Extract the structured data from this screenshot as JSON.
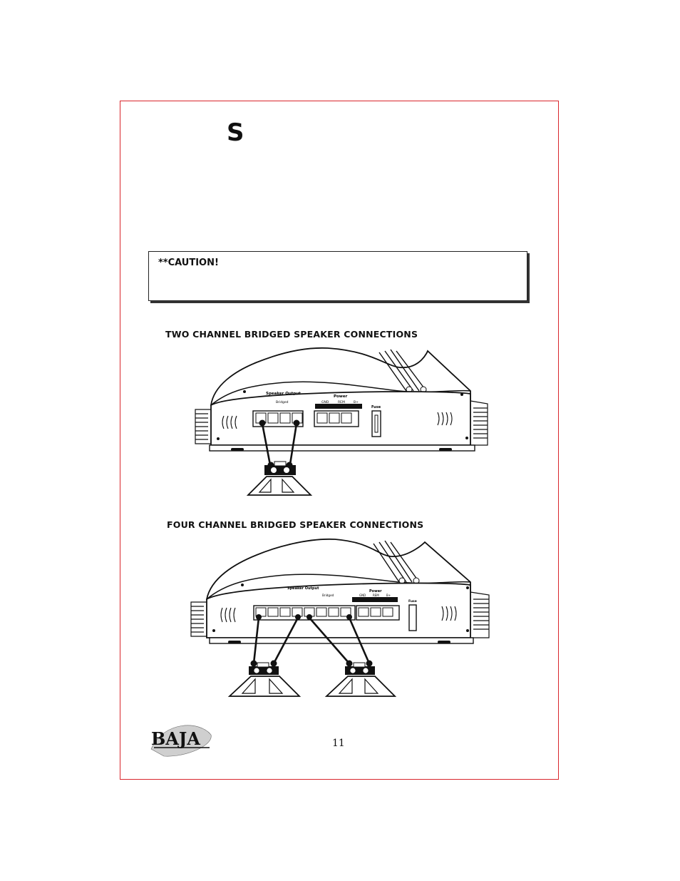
{
  "page": {
    "heading_letter": "S",
    "page_number": "11"
  },
  "caution": {
    "label": "**CAUTION!"
  },
  "diagram1": {
    "title": "TWO CHANNEL BRIDGED SPEAKER CONNECTIONS",
    "speaker_output_label": "Speaker Output",
    "bridged_label": "Bridged",
    "power_label": "Power",
    "gnd_label": "GND",
    "rem_label": "REM",
    "bplus_label": "B+",
    "fuse_label": "Fuse"
  },
  "diagram2": {
    "title": "FOUR CHANNEL BRIDGED SPEAKER CONNECTIONS",
    "speaker_output_label": "Speaker Output",
    "bridged_label": "Bridged",
    "power_label": "Power",
    "gnd_label": "GND",
    "rem_label": "REM",
    "bplus_label": "B+",
    "fuse_label": "Fuse"
  },
  "logo": {
    "text": "BAJA"
  }
}
